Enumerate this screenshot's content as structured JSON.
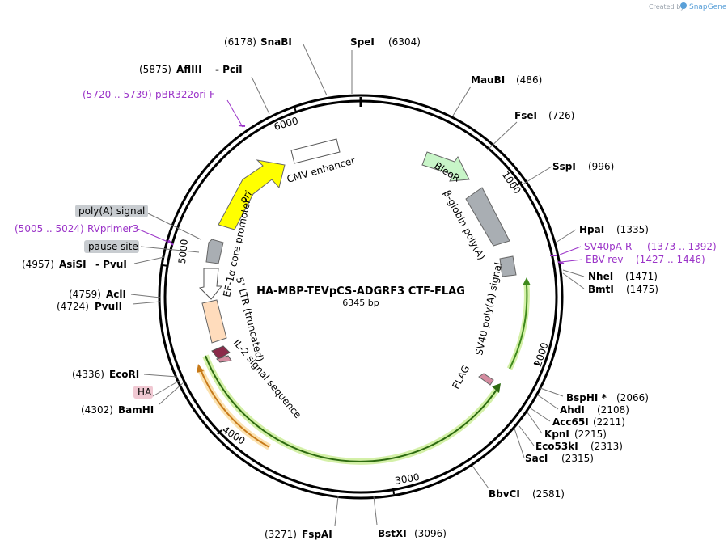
{
  "credit": {
    "prefix": "Created by",
    "brand": "SnapGene"
  },
  "plasmid": {
    "name": "HA-MBP-TEVpCS-ADGRF3 CTF-FLAG",
    "length": "6345 bp"
  },
  "ticks": [
    "1000",
    "2000",
    "3000",
    "4000",
    "5000",
    "6000"
  ],
  "sites": [
    {
      "name": "SpeI",
      "pos": "(6304)"
    },
    {
      "name": "SnaBI",
      "pos": "(6178)"
    },
    {
      "name": "AflIII",
      "pos": "(5875)",
      "extra": "-  PciI"
    },
    {
      "name": "MauBI",
      "pos": "(486)"
    },
    {
      "name": "FseI",
      "pos": "(726)"
    },
    {
      "name": "SspI",
      "pos": "(996)"
    },
    {
      "name": "HpaI",
      "pos": "(1335)"
    },
    {
      "name": "NheI",
      "pos": "(1471)"
    },
    {
      "name": "BmtI",
      "pos": "(1475)"
    },
    {
      "name": "BspHI *",
      "pos": "(2066)"
    },
    {
      "name": "AhdI",
      "pos": "(2108)"
    },
    {
      "name": "Acc65I",
      "pos": "(2211)"
    },
    {
      "name": "KpnI",
      "pos": "(2215)"
    },
    {
      "name": "Eco53kI",
      "pos": "(2313)"
    },
    {
      "name": "SacI",
      "pos": "(2315)"
    },
    {
      "name": "BbvCI",
      "pos": "(2581)"
    },
    {
      "name": "BstXI",
      "pos": "(3096)"
    },
    {
      "name": "FspAI",
      "pos": "(3271)"
    },
    {
      "name": "BamHI",
      "pos": "(4302)"
    },
    {
      "name": "EcoRI",
      "pos": "(4336)"
    },
    {
      "name": "PvuII",
      "pos": "(4724)"
    },
    {
      "name": "AclI",
      "pos": "(4759)"
    },
    {
      "name": "AsiSI",
      "pos": "(4957)",
      "extra": "-  PvuI"
    }
  ],
  "primers": [
    {
      "name": "pBR322ori-F",
      "range": "(5720 .. 5739)"
    },
    {
      "name": "RVprimer3",
      "range": "(5005 .. 5024)"
    },
    {
      "name": "SV40pA-R",
      "range": "(1373 .. 1392)"
    },
    {
      "name": "EBV-rev",
      "range": "(1427 .. 1446)"
    }
  ],
  "tags": [
    "poly(A) signal",
    "pause site",
    "HA"
  ],
  "features": [
    {
      "label": "CMV enhancer"
    },
    {
      "label": "ori"
    },
    {
      "label": "BleoR"
    },
    {
      "label": "β-globin poly(A)"
    },
    {
      "label": "SV40 poly(A) signal"
    },
    {
      "label": "EF-1α core promoter"
    },
    {
      "label": "5' LTR (truncated)"
    },
    {
      "label": "IL-2 signal sequence"
    },
    {
      "label": "FLAG"
    }
  ],
  "colors": {
    "ori": "#ffff00",
    "bleoR": "#c8f5c8",
    "cmv": "#ffffff",
    "grey": "#a9aeb3",
    "ltr": "#ffdcbc",
    "il2": "#8b2a4a",
    "flag": "#d48ca0",
    "orf": "#86c63b",
    "orf_glow": "#d4f0a8",
    "ha_orf": "#e8a040",
    "ha_glow": "#fbe2b0",
    "primer": "#9b34c8",
    "tag_bg": "#c8ccd0",
    "ha_tag_bg": "#f0c8d2"
  }
}
